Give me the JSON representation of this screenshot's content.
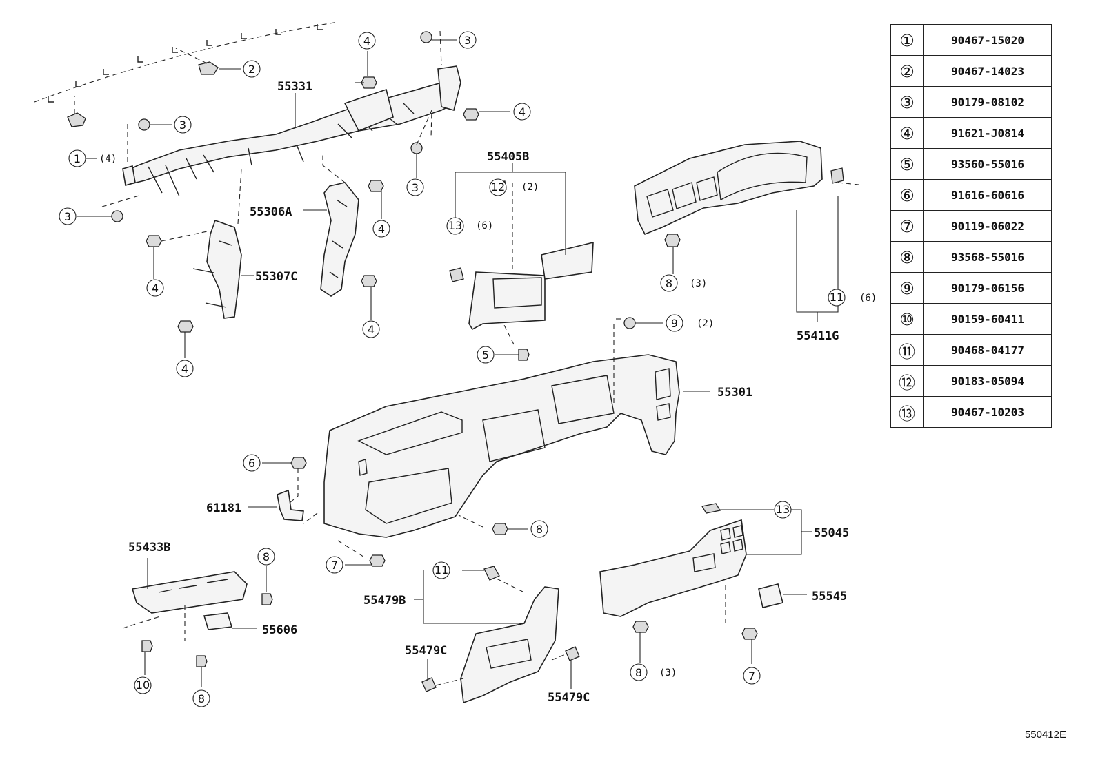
{
  "parts_table": [
    {
      "key": "①",
      "part_no": "90467-15020"
    },
    {
      "key": "②",
      "part_no": "90467-14023"
    },
    {
      "key": "③",
      "part_no": "90179-08102"
    },
    {
      "key": "④",
      "part_no": "91621-J0814"
    },
    {
      "key": "⑤",
      "part_no": "93560-55016"
    },
    {
      "key": "⑥",
      "part_no": "91616-60616"
    },
    {
      "key": "⑦",
      "part_no": "90119-06022"
    },
    {
      "key": "⑧",
      "part_no": "93568-55016"
    },
    {
      "key": "⑨",
      "part_no": "90179-06156"
    },
    {
      "key": "⑩",
      "part_no": "90159-60411"
    },
    {
      "key": "⑪",
      "part_no": "90468-04177"
    },
    {
      "key": "⑫",
      "part_no": "90183-05094"
    },
    {
      "key": "⑬",
      "part_no": "90467-10203"
    }
  ],
  "part_labels": {
    "p55331": "55331",
    "p55306a": "55306A",
    "p55307c": "55307C",
    "p55405b": "55405B",
    "p55411g": "55411G",
    "p55301": "55301",
    "p61181": "61181",
    "p55433b": "55433B",
    "p55606": "55606",
    "p55479b": "55479B",
    "p55479c_a": "55479C",
    "p55479c_b": "55479C",
    "p55045": "55045",
    "p55545": "55545"
  },
  "callouts": {
    "c1": "1",
    "c1_qty": "(4)",
    "c2": "2",
    "c3a": "3",
    "c3b": "3",
    "c3c": "3",
    "c3d": "3",
    "c4a": "4",
    "c4b": "4",
    "c4c": "4",
    "c4d": "4",
    "c4e": "4",
    "c4f": "4",
    "c5": "5",
    "c6": "6",
    "c7a": "7",
    "c7b": "7",
    "c8a": "8",
    "c8a_qty": "(3)",
    "c8b": "8",
    "c8c": "8",
    "c8d": "8",
    "c8e": "8",
    "c8e_qty": "(3)",
    "c9": "9",
    "c9_qty": "(2)",
    "c10": "10",
    "c11a": "11",
    "c11a_qty": "(6)",
    "c11b": "11",
    "c12": "12",
    "c12_qty": "(2)",
    "c13a": "13",
    "c13a_qty": "(6)",
    "c13b": "13"
  },
  "reference_code": "550412E"
}
